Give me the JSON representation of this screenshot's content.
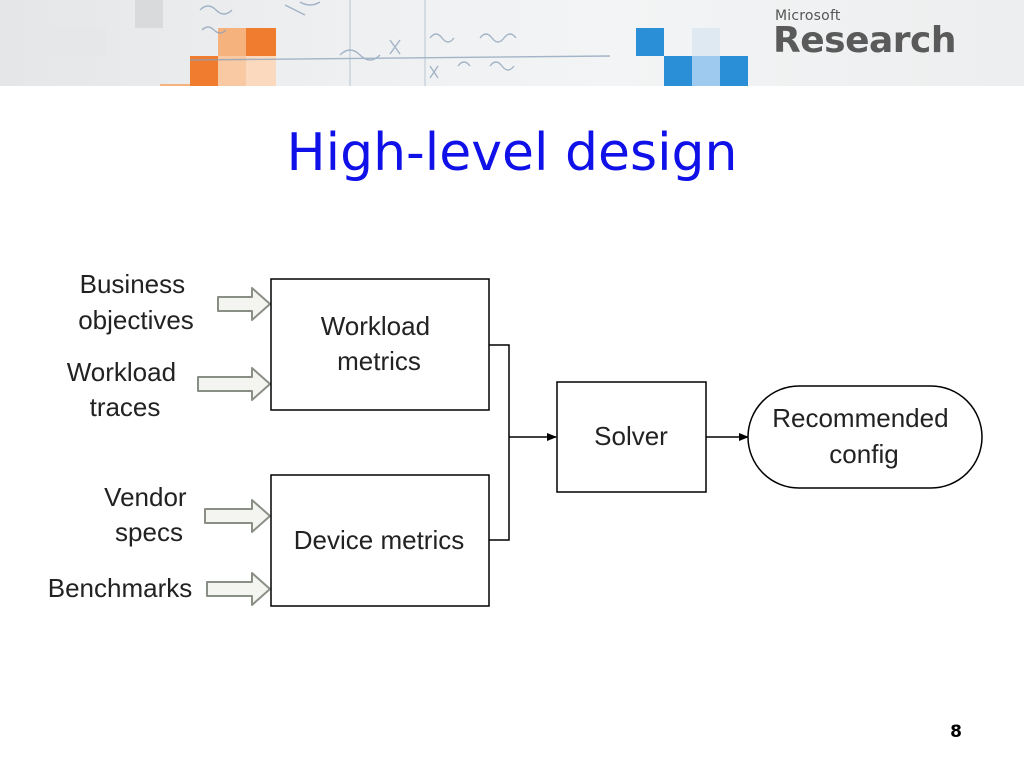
{
  "slide": {
    "title": "High-level design",
    "page_number": "8"
  },
  "logo": {
    "small": "Microsoft",
    "big": "Research",
    "accent_colors": [
      "#f07c2f",
      "#f6b27d",
      "#2a8fd6",
      "#9fcaf0"
    ]
  },
  "diagram": {
    "inputs": [
      {
        "lines": [
          "Business",
          "objectives"
        ]
      },
      {
        "lines": [
          "Workload",
          "traces"
        ]
      },
      {
        "lines": [
          "Vendor",
          "specs"
        ]
      },
      {
        "lines": [
          "Benchmarks"
        ]
      }
    ],
    "nodes": {
      "workload_metrics": [
        "Workload",
        "metrics"
      ],
      "device_metrics": [
        "Device metrics"
      ],
      "solver": [
        "Solver"
      ],
      "recommended_config": [
        "Recommended",
        "config"
      ]
    }
  }
}
